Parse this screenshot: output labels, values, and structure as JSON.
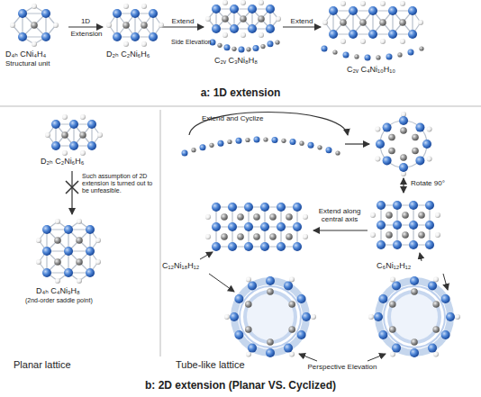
{
  "diagram": {
    "labels": [
      "1D",
      "Extension",
      "Extend",
      "Extend",
      "D₄ₕ CNi₄H₄",
      "Structural unit",
      "D₂ₕ C₂Ni₆H₆",
      "Side Elevation",
      "C₂ᵥ C₃Ni₈H₈",
      "C₂ᵥ C₄Ni₁₀H₁₀",
      "a: 1D extension",
      "D₂ₕ C₂Ni₆H₆",
      "Such assumption of 2D extension is turned out to be unfeasible.",
      "D₄ₕ C₄Ni₉H₈",
      "(2nd-order saddle point)",
      "Planar lattice",
      "Extend and Cyclize",
      "Rotate 90°",
      "Extend along central axis",
      "C₁₂Ni₁₈H₁₂",
      "C₆Ni₁₂H₁₂",
      "Perspective Elevation",
      "Tube-like lattice",
      "b: 2D extension (Planar VS. Cyclized)"
    ]
  }
}
